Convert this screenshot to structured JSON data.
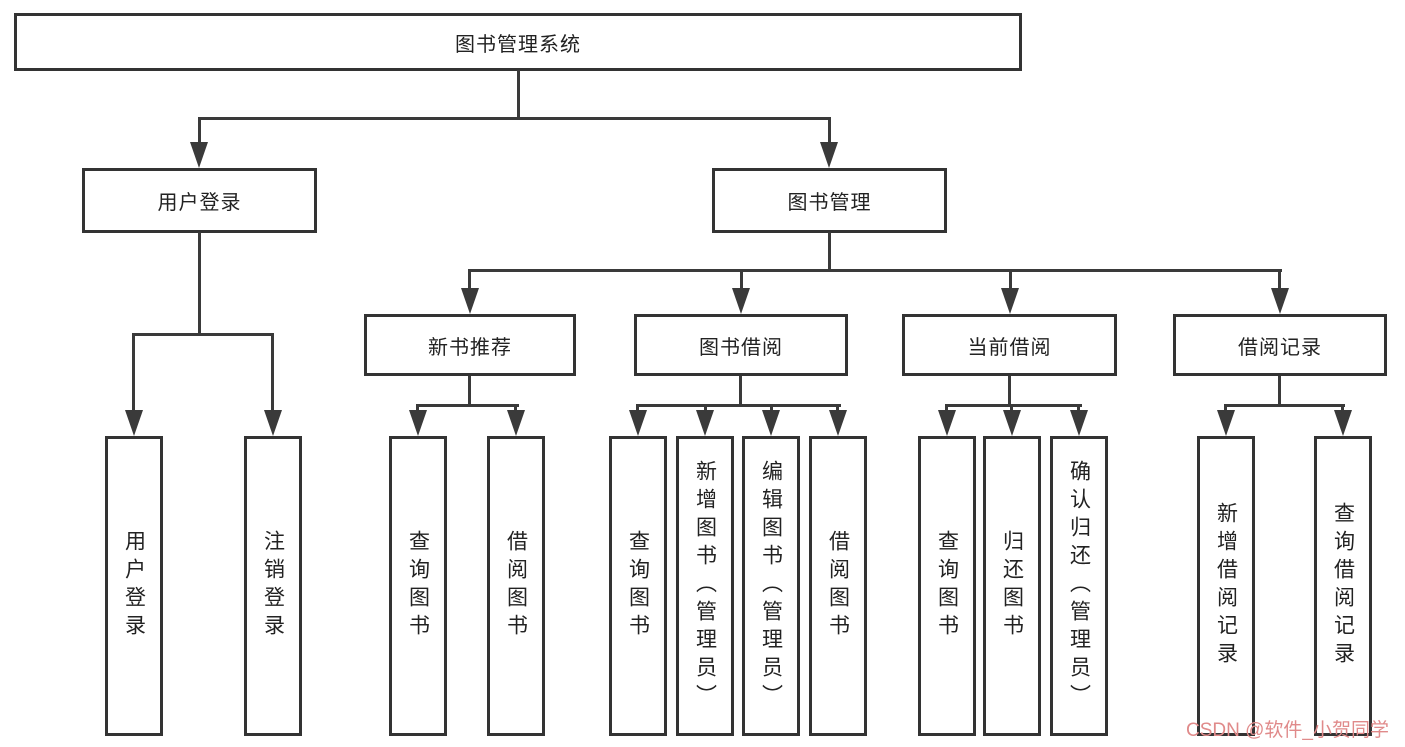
{
  "tree": {
    "root": {
      "label": "图书管理系统"
    },
    "children": [
      {
        "label": "用户登录",
        "children": [
          {
            "label": "用户登录"
          },
          {
            "label": "注销登录"
          }
        ]
      },
      {
        "label": "图书管理",
        "children": [
          {
            "label": "新书推荐",
            "children": [
              {
                "label": "查询图书"
              },
              {
                "label": "借阅图书"
              }
            ]
          },
          {
            "label": "图书借阅",
            "children": [
              {
                "label": "查询图书"
              },
              {
                "label": "新增图书（管理员）"
              },
              {
                "label": "编辑图书（管理员）"
              },
              {
                "label": "借阅图书"
              }
            ]
          },
          {
            "label": "当前借阅",
            "children": [
              {
                "label": "查询图书"
              },
              {
                "label": "归还图书"
              },
              {
                "label": "确认归还（管理员）"
              }
            ]
          },
          {
            "label": "借阅记录",
            "children": [
              {
                "label": "新增借阅记录"
              },
              {
                "label": "查询借阅记录"
              }
            ]
          }
        ]
      }
    ]
  },
  "watermark": {
    "text": "CSDN @软件_小贺同学",
    "color": "#e08a8a"
  },
  "colors": {
    "line": "#3a3a3a",
    "border": "#333333",
    "text": "#222222",
    "background": "#ffffff"
  }
}
